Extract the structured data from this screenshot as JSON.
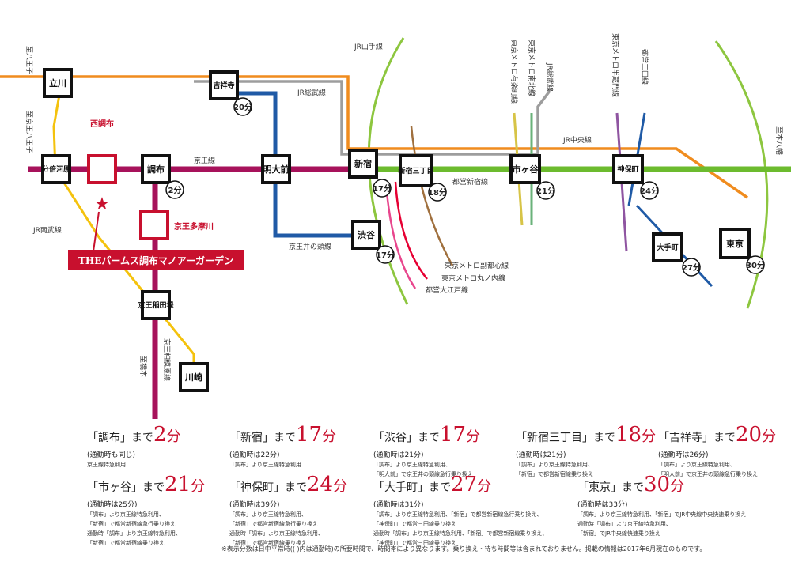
{
  "map": {
    "property_name": "THEパームス調布マノアーガーデン",
    "stations": {
      "tachikawa": "立川",
      "kichijoji": "吉祥寺",
      "bubaigawara": "分倍河原",
      "nishichofu": "西調布",
      "chofu": "調布",
      "meidaimae": "明大前",
      "shinjuku": "新宿",
      "shinjuku_sanchome": "新宿三丁目",
      "ichigaya": "市ヶ谷",
      "jimbocho": "神保町",
      "keio_tamagawa": "京王多摩川",
      "shibuya": "渋谷",
      "otemachi": "大手町",
      "tokyo": "東京",
      "keio_inadazutsumi": "京王稲田堤",
      "kawasaki": "川崎"
    },
    "minutes": {
      "kichijoji": "20分",
      "chofu": "2分",
      "shinjuku": "17分",
      "shinjuku_sanchome": "18分",
      "shibuya": "17分",
      "ichigaya": "21分",
      "jimbocho": "24分",
      "otemachi": "27分",
      "tokyo": "30分"
    },
    "line_labels": {
      "yamanote": "JR山手線",
      "sobu": "JR総武線",
      "keio": "京王線",
      "chuo": "JR中央線",
      "shinjuku_line": "都営新宿線",
      "inokashira": "京王井の頭線",
      "nambu": "JR南武線",
      "fukutoshin": "東京メトロ副都心線",
      "marunouchi": "東京メトロ丸ノ内線",
      "oedo": "都営大江戸線",
      "sagamihara": "京王相模原線",
      "yurakucho": "東京メトロ有楽町線",
      "namboku": "東京メトロ南北線",
      "sobu_vertical": "JR総武線",
      "hanzomon": "東京メトロ半蔵門線",
      "mita": "都営三田線"
    },
    "directions": {
      "hachioji_top": "至八王子",
      "keio_hachioji": "至京王八王子",
      "motoyawata": "至本八幡",
      "hashimoto": "至橋本"
    }
  },
  "info": [
    {
      "station": "「調布」まで",
      "minutes": "2",
      "unit": "分",
      "rush": "(通勤時も同じ)",
      "note": [
        "京王線特急利用"
      ]
    },
    {
      "station": "「新宿」まで",
      "minutes": "17",
      "unit": "分",
      "rush": "(通勤時は22分)",
      "note": [
        "「調布」より京王線特急利用"
      ]
    },
    {
      "station": "「渋谷」まで",
      "minutes": "17",
      "unit": "分",
      "rush": "(通勤時は21分)",
      "note": [
        "「調布」より京王線特急利用、",
        "「明大前」で京王井の頭線急行乗り換え"
      ]
    },
    {
      "station": "「新宿三丁目」まで",
      "minutes": "18",
      "unit": "分",
      "rush": "(通勤時は21分)",
      "note": [
        "「調布」より京王線特急利用、",
        "「新宿」で都営新宿線乗り換え"
      ]
    },
    {
      "station": "「吉祥寺」まで",
      "minutes": "20",
      "unit": "分",
      "rush": "(通勤時は26分)",
      "note": [
        "「調布」より京王線特急利用、",
        "「明大前」で京王井の頭線急行乗り換え"
      ]
    },
    {
      "station": "「市ヶ谷」まで",
      "minutes": "21",
      "unit": "分",
      "rush": "(通勤時は25分)",
      "note": [
        "「調布」より京王線特急利用、",
        "「新宿」で都営新宿線急行乗り換え",
        "通勤時「調布」より京王線特急利用、",
        "「新宿」で都営新宿線乗り換え"
      ]
    },
    {
      "station": "「神保町」まで",
      "minutes": "24",
      "unit": "分",
      "rush": "(通勤時は39分)",
      "note": [
        "「調布」より京王線特急利用、",
        "「新宿」で都営新宿線急行乗り換え",
        "通勤時「調布」より京王線特急利用、",
        "「新宿」で都営新宿線乗り換え"
      ]
    },
    {
      "station": "「大手町」まで",
      "minutes": "27",
      "unit": "分",
      "rush": "(通勤時は31分)",
      "note": [
        "「調布」より京王線特急利用、「新宿」で都営新宿線急行乗り換え、",
        "「神保町」で都営三田線乗り換え",
        "通勤時「調布」より京王線特急利用、「新宿」で都営新宿線乗り換え、",
        "「神保町」で都営三田線乗り換え"
      ]
    },
    {
      "station": "「東京」まで",
      "minutes": "30",
      "unit": "分",
      "rush": "(通勤時は33分)",
      "note": [
        "「調布」より京王線特急利用、「新宿」でJR中央線中央快速乗り換え",
        "通勤時「調布」より京王線特急利用、",
        "「新宿」でJR中央線快速乗り換え"
      ]
    }
  ],
  "footer": "※表示分数は日中平常時(( )内は通勤時)の所要時間で、時間帯により異なります。乗り換え・待ち時間等は含まれておりません。掲載の情報は2017年6月現在のものです。"
}
